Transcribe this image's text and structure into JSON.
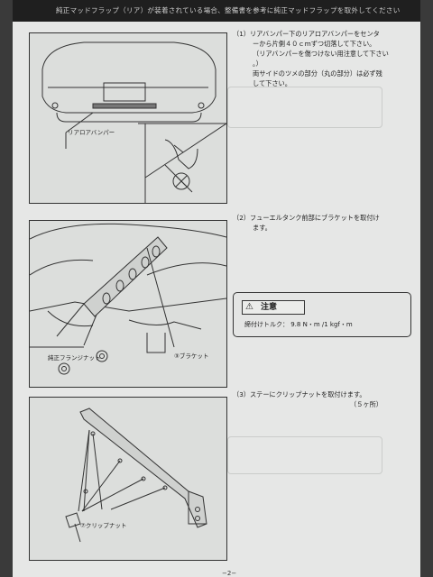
{
  "header": {
    "text": "純正マッドフラップ（リア）が装着されている場合、整備書を参考に純正マッドフラップを取外してください"
  },
  "figures": {
    "fig1_label_bumper": "リアロアバンパー",
    "fig2_label_flange_nut": "純正フランジナット",
    "fig2_label_bracket": "③ブラケット",
    "fig3_label_clip_nut": "⑦クリップナット"
  },
  "steps": [
    {
      "number": "（1）",
      "lines": [
        "リアバンパー下のリアロアバンパーをセンタ",
        "ーから片側４０ｃｍずつ切落して下さい。",
        "（リアバンパーを傷つけない用注意して下さい",
        "。）",
        "両サイドのツメの部分（丸の部分）は必ず残",
        "して下さい。"
      ]
    },
    {
      "number": "（2）",
      "lines": [
        "フューエルタンク前部にブラケットを取付け",
        "ます。"
      ]
    },
    {
      "number": "（3）",
      "lines": [
        "ステーにクリップナットを取付けます。",
        "（５ヶ所）"
      ]
    }
  ],
  "caution": {
    "title": "注意",
    "body": "締付けトルク： 9.8 N・m /1 kgf・m"
  },
  "page_number": "−2−"
}
